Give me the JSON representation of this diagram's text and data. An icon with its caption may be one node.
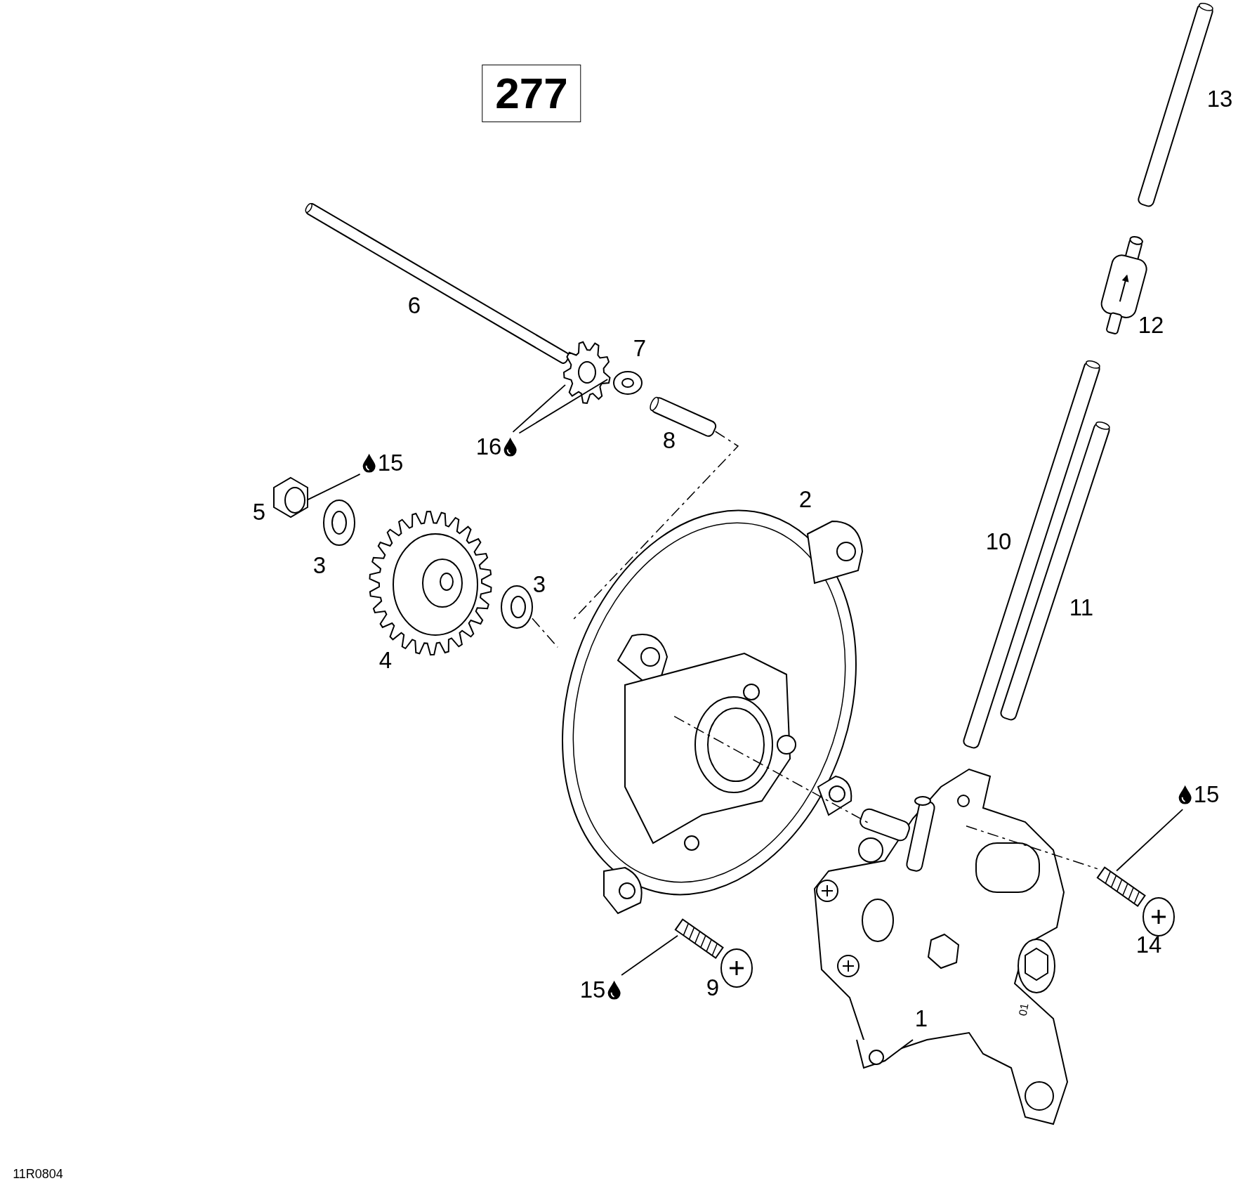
{
  "diagram": {
    "nodes": [
      {
        "text": [
          "277"
        ]
      },
      {
        "text": [
          "16"
        ]
      },
      {
        "text": [
          "15"
        ]
      },
      {
        "text": [
          "15"
        ]
      },
      {
        "text": [
          "15"
        ]
      },
      {
        "text": [],
        "shape": "picture"
      },
      {
        "text": [],
        "shape": "picture"
      },
      {
        "text": [],
        "shape": "picture"
      },
      {
        "text": [],
        "shape": "picture"
      },
      {
        "text": [],
        "shape": "picture"
      },
      {
        "text": [],
        "shape": "picture"
      },
      {
        "text": [],
        "shape": "picture"
      },
      {
        "text": [],
        "shape": "picture"
      }
    ],
    "edges": [
      {
        "from": 1,
        "to": 5,
        "arrow": "none"
      },
      {
        "from": 1,
        "to": 5,
        "arrow": "none"
      },
      {
        "from": 2,
        "to": 6,
        "arrow": "none"
      },
      {
        "from": 3,
        "to": 7,
        "arrow": "none"
      },
      {
        "from": 4,
        "to": 8,
        "arrow": "none"
      },
      {
        "from": 9,
        "to": 11,
        "arrow": "none",
        "style": "dashed"
      },
      {
        "from": 10,
        "to": 11,
        "arrow": "none",
        "style": "dashed"
      },
      {
        "from": 11,
        "to": 12,
        "arrow": "none",
        "style": "dashed"
      },
      {
        "from": 12,
        "to": 7,
        "arrow": "none",
        "style": "dashed"
      }
    ],
    "labels": [
      "13",
      "6",
      "12",
      "7",
      "8",
      "2",
      "5",
      "10",
      "3",
      "3",
      "11",
      "4",
      "14",
      "9",
      "01",
      "1",
      "11R0804"
    ]
  }
}
